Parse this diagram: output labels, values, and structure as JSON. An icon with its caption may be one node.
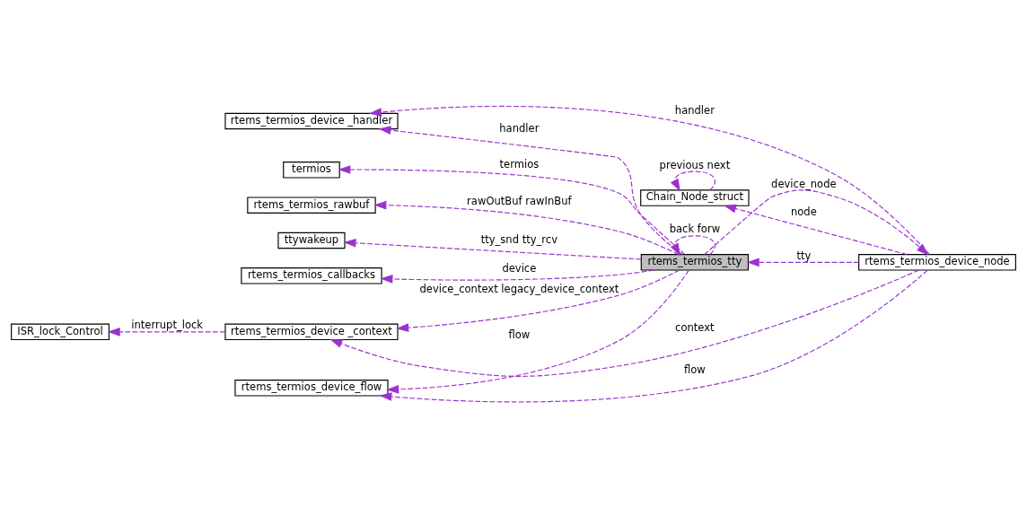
{
  "diagram": {
    "nodes": [
      {
        "text": [
          "rtems_termios_device_flow"
        ]
      },
      {
        "text": [
          "rtems_termios_callbacks"
        ]
      },
      {
        "text": [
          "ISR_lock_Control"
        ]
      },
      {
        "text": [
          "rtems_termios_device _context"
        ]
      },
      {
        "text": [
          "termios"
        ]
      },
      {
        "text": [
          "rtems_termios_tty"
        ]
      },
      {
        "text": [
          "rtems_termios_device_node"
        ]
      },
      {
        "text": [
          "rtems_termios_rawbuf"
        ]
      },
      {
        "text": [
          "ttywakeup"
        ]
      },
      {
        "text": [
          "rtems_termios_device _handler"
        ]
      },
      {
        "text": [
          "Chain_Node_struct"
        ]
      }
    ],
    "edges": [
      {
        "from": 5,
        "to": 0,
        "arrow": "to",
        "label": "flow",
        "style": "dashed"
      },
      {
        "from": 5,
        "to": 1,
        "arrow": "to",
        "label": "device",
        "style": "dashed"
      },
      {
        "from": 3,
        "to": 2,
        "arrow": "to",
        "label": "interrupt_lock",
        "style": "dashed"
      },
      {
        "from": 5,
        "to": 3,
        "arrow": "to",
        "label": "device_context legacy_device_context",
        "style": "dashed"
      },
      {
        "from": 5,
        "to": 4,
        "arrow": "to",
        "label": "termios",
        "style": "dashed"
      },
      {
        "from": 5,
        "to": 5,
        "arrow": "to",
        "label": "back forw",
        "style": "dashed"
      },
      {
        "from": 5,
        "to": 7,
        "arrow": "to",
        "label": "rawOutBuf rawInBuf",
        "style": "dashed"
      },
      {
        "from": 5,
        "to": 8,
        "arrow": "to",
        "label": "tty_snd tty_rcv",
        "style": "dashed"
      },
      {
        "from": 5,
        "to": 9,
        "arrow": "to",
        "label": "handler",
        "style": "dashed"
      },
      {
        "from": 6,
        "to": 5,
        "arrow": "to",
        "label": "tty",
        "style": "dashed"
      },
      {
        "from": 5,
        "to": 6,
        "arrow": "to",
        "label": "device_node",
        "style": "dashed"
      },
      {
        "from": 6,
        "to": 0,
        "arrow": "to",
        "label": "flow",
        "style": "dashed"
      },
      {
        "from": 6,
        "to": 3,
        "arrow": "to",
        "label": "context",
        "style": "dashed"
      },
      {
        "from": 6,
        "to": 9,
        "arrow": "to",
        "label": "handler",
        "style": "dashed"
      },
      {
        "from": 6,
        "to": 10,
        "arrow": "to",
        "label": "node",
        "style": "dashed"
      },
      {
        "from": 10,
        "to": 10,
        "arrow": "to",
        "label": "previous next",
        "style": "dashed"
      }
    ]
  }
}
